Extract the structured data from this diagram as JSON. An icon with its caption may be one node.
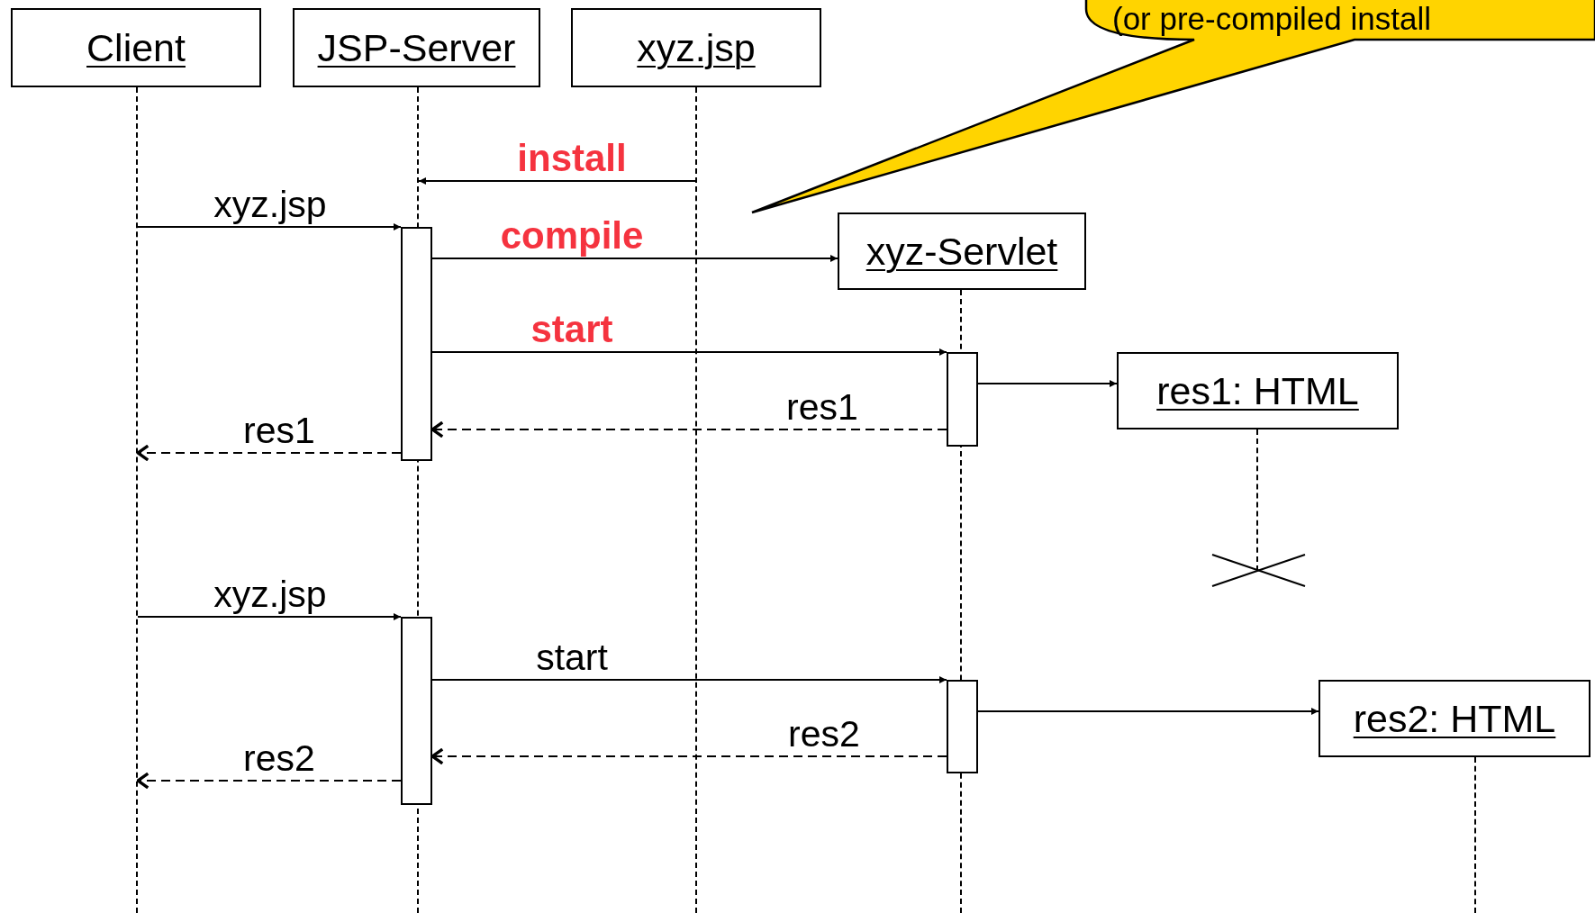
{
  "diagram": {
    "nodes": [
      {
        "text": [
          "Client"
        ]
      },
      {
        "text": [
          "JSP-Server"
        ]
      },
      {
        "text": [
          "xyz.jsp"
        ]
      },
      {
        "text": [
          "(or pre-compiled install"
        ]
      },
      {
        "text": [],
        "shape": "line"
      },
      {
        "text": [],
        "shape": "line"
      },
      {
        "text": [],
        "shape": "line"
      },
      {
        "text": [],
        "shape": "bar"
      },
      {
        "text": [
          "xyz-Servlet"
        ]
      },
      {
        "text": [],
        "shape": "line"
      },
      {
        "text": [],
        "shape": "bar"
      },
      {
        "text": [
          "res1: HTML"
        ]
      },
      {
        "text": [],
        "shape": "line"
      },
      {
        "text": [],
        "shape": "bar"
      },
      {
        "text": [],
        "shape": "bar"
      },
      {
        "text": [
          "res2: HTML"
        ]
      },
      {
        "text": [],
        "shape": "line"
      }
    ],
    "edges": [
      {
        "from": 6,
        "to": 5,
        "arrow": "to",
        "label": "install"
      },
      {
        "from": 4,
        "to": 7,
        "arrow": "to",
        "label": "xyz.jsp"
      },
      {
        "from": 7,
        "to": 8,
        "arrow": "to",
        "label": "compile"
      },
      {
        "from": 7,
        "to": 10,
        "arrow": "to",
        "label": "start"
      },
      {
        "from": 10,
        "to": 11,
        "arrow": "to"
      },
      {
        "from": 10,
        "to": 7,
        "arrow": "to",
        "label": "res1",
        "style": "dashed"
      },
      {
        "from": 7,
        "to": 4,
        "arrow": "to",
        "label": "res1",
        "style": "dashed"
      },
      {
        "from": 4,
        "to": 13,
        "arrow": "to",
        "label": "xyz.jsp"
      },
      {
        "from": 13,
        "to": 14,
        "arrow": "to",
        "label": "start"
      },
      {
        "from": 14,
        "to": 15,
        "arrow": "to"
      },
      {
        "from": 14,
        "to": 13,
        "arrow": "to",
        "label": "res2",
        "style": "dashed"
      },
      {
        "from": 13,
        "to": 4,
        "arrow": "to",
        "label": "res2",
        "style": "dashed"
      }
    ]
  }
}
